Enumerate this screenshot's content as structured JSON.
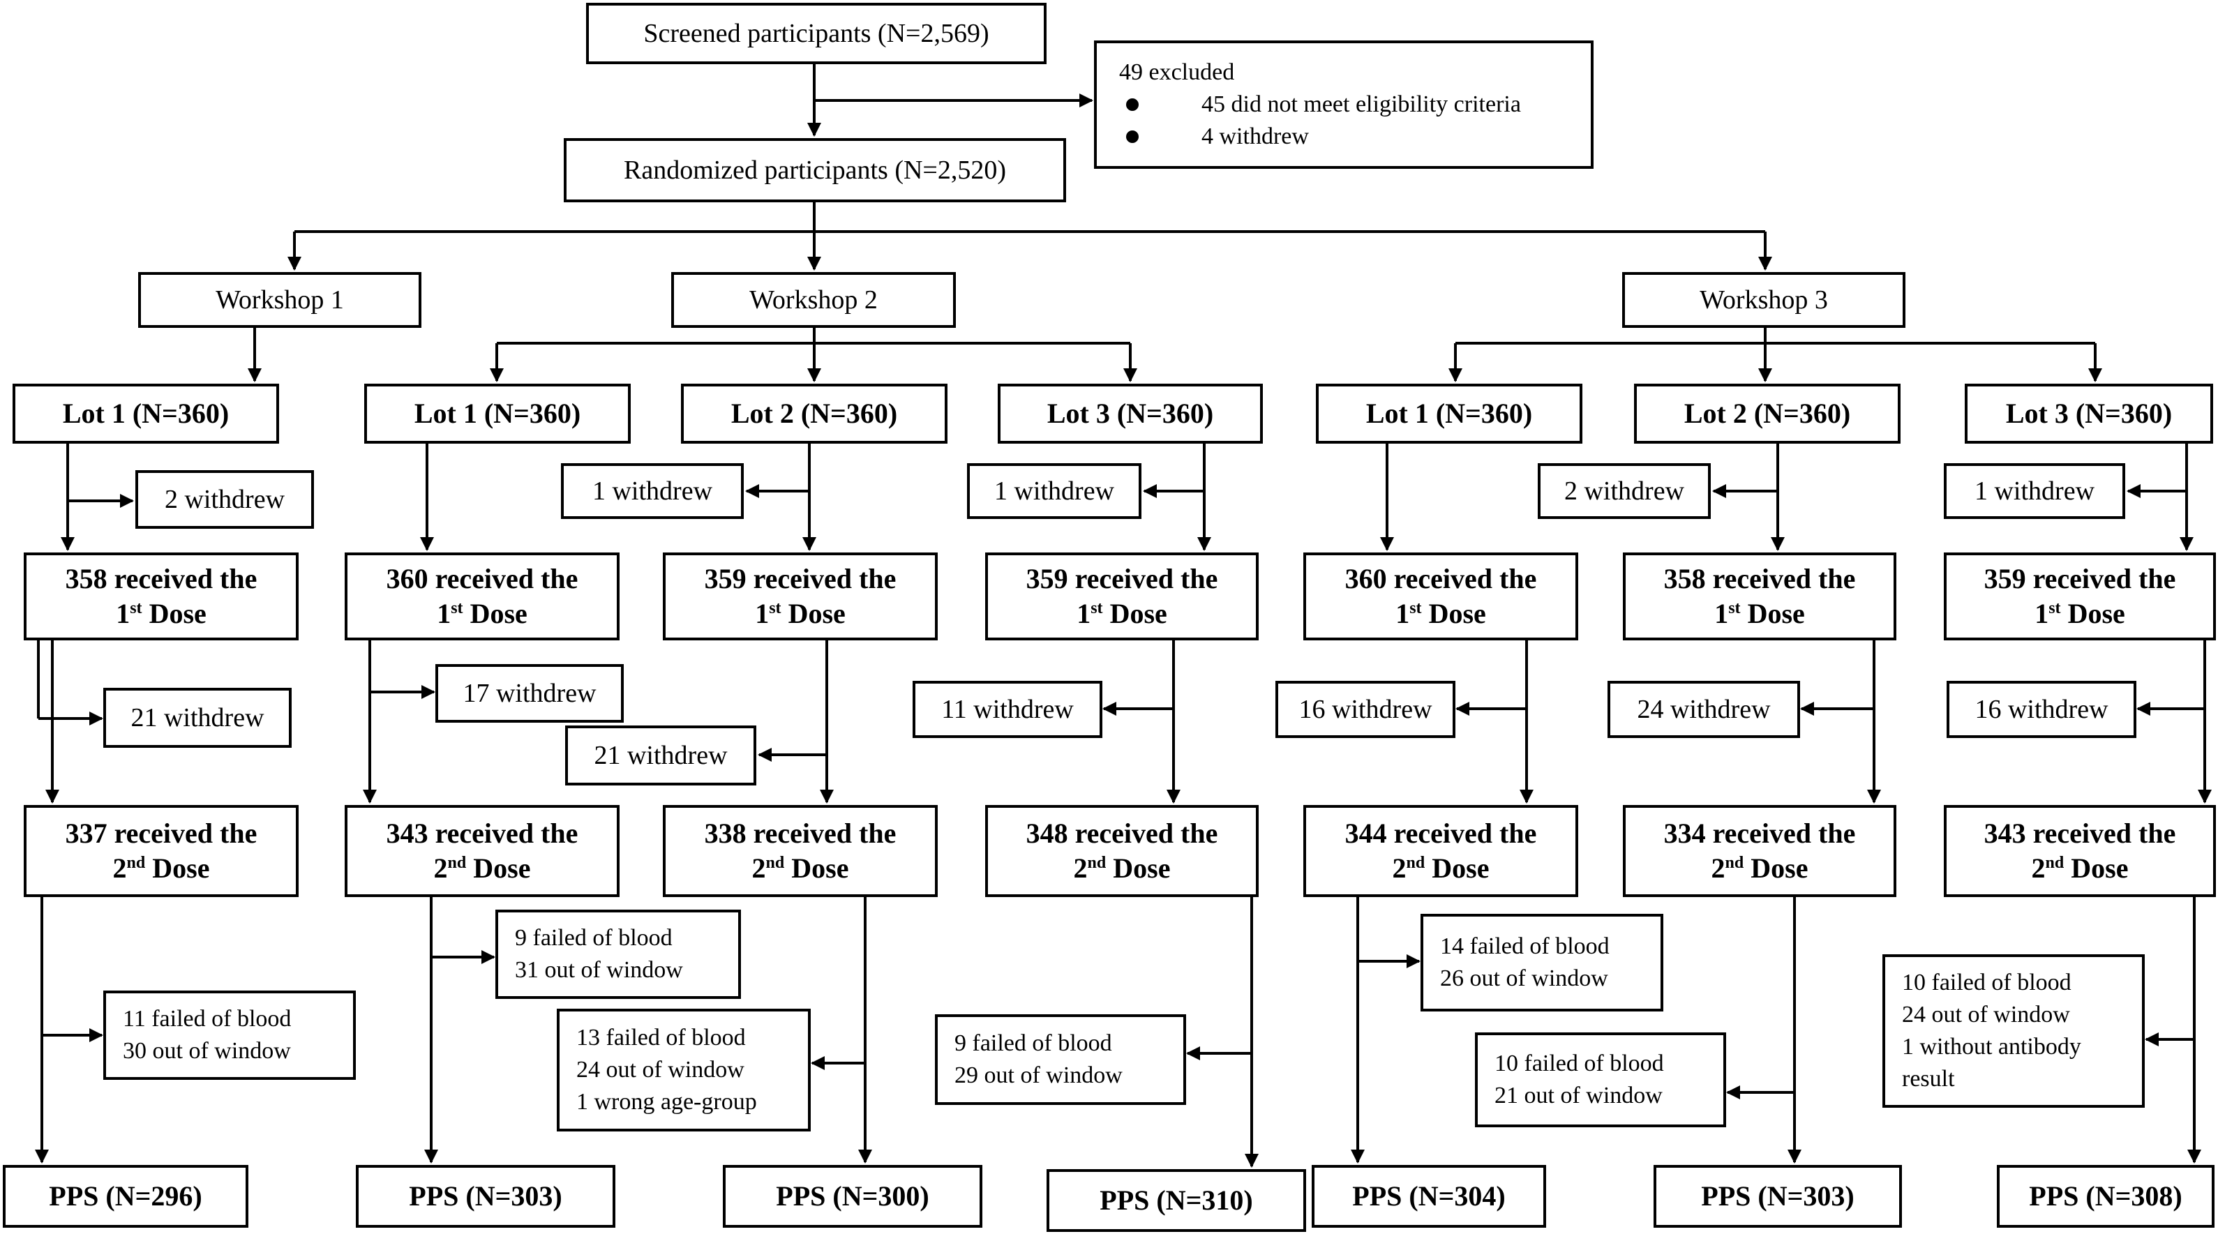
{
  "screened": {
    "label": "Screened participants (N=2,569)"
  },
  "excluded": {
    "title": "49 excluded",
    "items": [
      "45 did not meet eligibility criteria",
      "4 withdrew"
    ]
  },
  "randomized": {
    "label": "Randomized participants (N=2,520)"
  },
  "workshops": [
    {
      "label": "Workshop 1"
    },
    {
      "label": "Workshop 2"
    },
    {
      "label": "Workshop 3"
    }
  ],
  "groups": [
    {
      "lot": "Lot 1 (N=360)",
      "withdrew1": "2 withdrew",
      "dose1": {
        "count": "358 received the",
        "ord": "st",
        "label": "Dose"
      },
      "withdrew2": [
        "21 withdrew"
      ],
      "dose2": {
        "count": "337 received the",
        "ord": "nd",
        "label": "Dose"
      },
      "exclusions": [
        "11 failed of blood",
        "30 out of window"
      ],
      "pps": "PPS (N=296)"
    },
    {
      "lot": "Lot 1 (N=360)",
      "withdrew1": "",
      "dose1": {
        "count": "360 received the",
        "ord": "st",
        "label": "Dose"
      },
      "withdrew2": [
        "17 withdrew"
      ],
      "dose2": {
        "count": "343 received the",
        "ord": "nd",
        "label": "Dose"
      },
      "exclusions": [
        "9 failed of blood",
        "31 out of window"
      ],
      "pps": "PPS (N=303)"
    },
    {
      "lot": "Lot 2 (N=360)",
      "withdrew1": "1 withdrew",
      "dose1": {
        "count": "359 received the",
        "ord": "st",
        "label": "Dose"
      },
      "withdrew2": [
        "21 withdrew"
      ],
      "dose2": {
        "count": "338 received the",
        "ord": "nd",
        "label": "Dose"
      },
      "exclusions": [
        "13 failed of blood",
        "24 out of window",
        "1 wrong age-group"
      ],
      "pps": "PPS (N=300)"
    },
    {
      "lot": "Lot 3 (N=360)",
      "withdrew1": "1 withdrew",
      "dose1": {
        "count": "359 received the",
        "ord": "st",
        "label": "Dose"
      },
      "withdrew2": [
        "11 withdrew"
      ],
      "dose2": {
        "count": "348 received the",
        "ord": "nd",
        "label": "Dose"
      },
      "exclusions": [
        "9 failed of blood",
        "29 out of window"
      ],
      "pps": "PPS (N=310)"
    },
    {
      "lot": "Lot 1 (N=360)",
      "withdrew1": "",
      "dose1": {
        "count": "360 received the",
        "ord": "st",
        "label": "Dose"
      },
      "withdrew2": [
        "16 withdrew"
      ],
      "dose2": {
        "count": "344 received the",
        "ord": "nd",
        "label": "Dose"
      },
      "exclusions": [
        "14 failed of blood",
        "26 out of window"
      ],
      "pps": "PPS (N=304)"
    },
    {
      "lot": "Lot 2 (N=360)",
      "withdrew1": "2 withdrew",
      "dose1": {
        "count": "358 received the",
        "ord": "st",
        "label": "Dose"
      },
      "withdrew2": [
        "24 withdrew"
      ],
      "dose2": {
        "count": "334 received the",
        "ord": "nd",
        "label": "Dose"
      },
      "exclusions": [
        "10 failed of blood",
        "21 out of window"
      ],
      "pps": "PPS (N=303)"
    },
    {
      "lot": "Lot 3 (N=360)",
      "withdrew1": "1 withdrew",
      "dose1": {
        "count": "359 received the",
        "ord": "st",
        "label": "Dose"
      },
      "withdrew2": [
        "16 withdrew"
      ],
      "dose2": {
        "count": "343 received the",
        "ord": "nd",
        "label": "Dose"
      },
      "exclusions": [
        "10 failed of blood",
        "24 out of window",
        "1 without antibody",
        "result"
      ],
      "pps": "PPS (N=308)"
    }
  ]
}
